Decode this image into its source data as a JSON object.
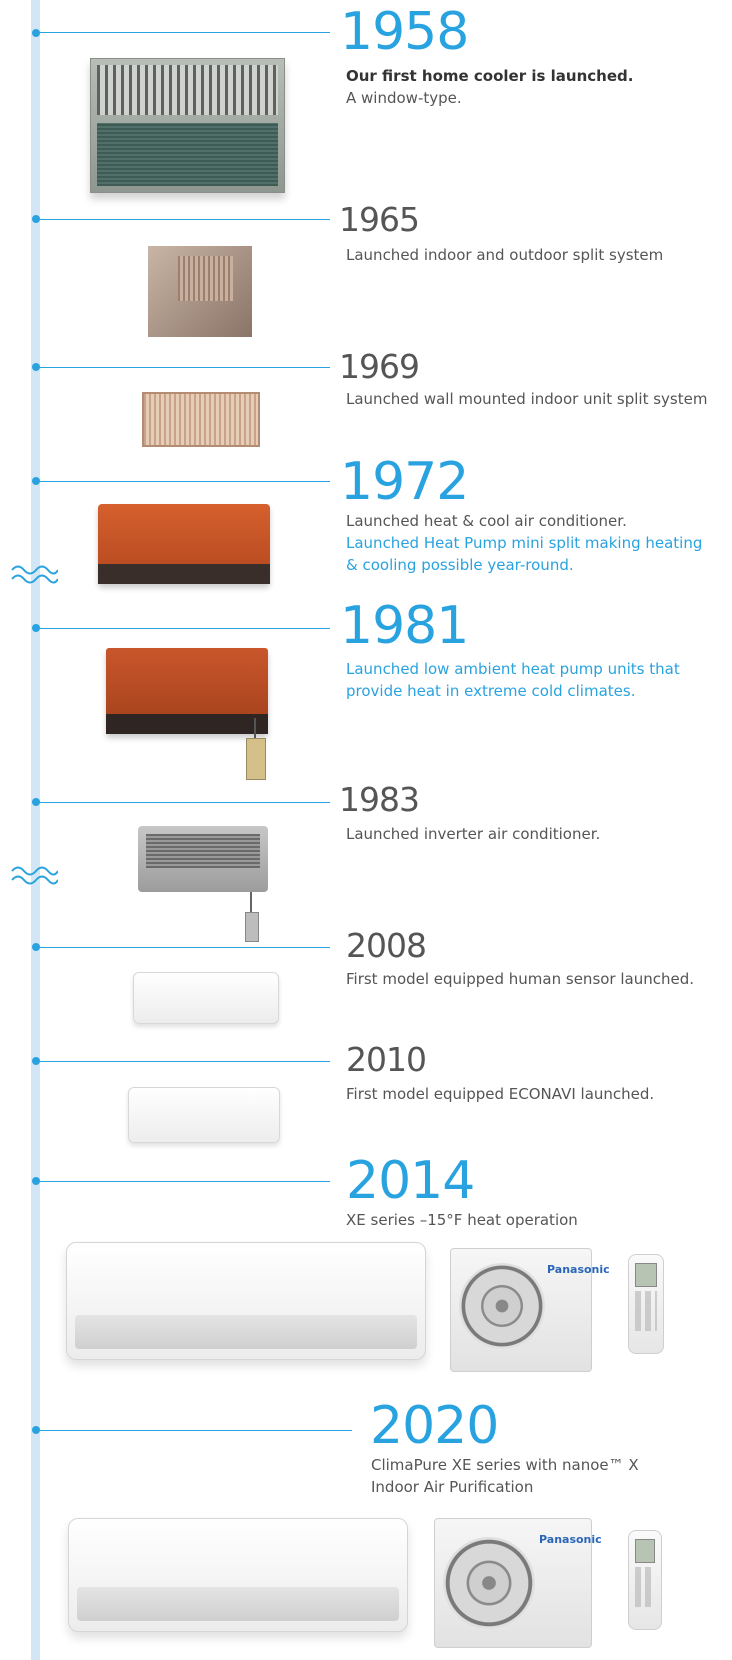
{
  "timeline": [
    {
      "year": "1958",
      "lines": [
        {
          "text": "Our first home cooler is launched.",
          "style": "bold"
        },
        {
          "text": "A window-type.",
          "style": "normal"
        }
      ]
    },
    {
      "year": "1965",
      "lines": [
        {
          "text": "Launched indoor and outdoor split system",
          "style": "normal"
        }
      ]
    },
    {
      "year": "1969",
      "lines": [
        {
          "text": "Launched wall mounted indoor unit split system",
          "style": "normal"
        }
      ]
    },
    {
      "year": "1972",
      "lines": [
        {
          "text": "Launched heat & cool air conditioner.",
          "style": "normal"
        },
        {
          "text": "Launched Heat Pump mini split making heating",
          "style": "highlight"
        },
        {
          "text": "& cooling possible year-round.",
          "style": "highlight"
        }
      ]
    },
    {
      "year": "1981",
      "lines": [
        {
          "text": "Launched low ambient heat pump units that",
          "style": "highlight"
        },
        {
          "text": "provide heat in extreme cold climates.",
          "style": "highlight"
        }
      ]
    },
    {
      "year": "1983",
      "lines": [
        {
          "text": "Launched inverter air conditioner.",
          "style": "normal"
        }
      ]
    },
    {
      "year": "2008",
      "lines": [
        {
          "text": "First model equipped human sensor launched.",
          "style": "normal"
        }
      ]
    },
    {
      "year": "2010",
      "lines": [
        {
          "text": "First model equipped ECONAVI launched.",
          "style": "normal"
        }
      ]
    },
    {
      "year": "2014",
      "lines": [
        {
          "text": "XE series –15°F heat operation",
          "style": "normal"
        }
      ]
    },
    {
      "year": "2020",
      "lines": [
        {
          "text": "ClimaPure XE series with nanoe™ X",
          "style": "normal"
        },
        {
          "text": "Indoor Air Purification",
          "style": "normal"
        }
      ]
    }
  ],
  "brand_labels": {
    "outdoor_2014": "Panasonic",
    "outdoor_2020": "Panasonic"
  },
  "colors": {
    "accent": "#29a3e0",
    "rail": "#d2e6f6",
    "text": "#555555"
  }
}
